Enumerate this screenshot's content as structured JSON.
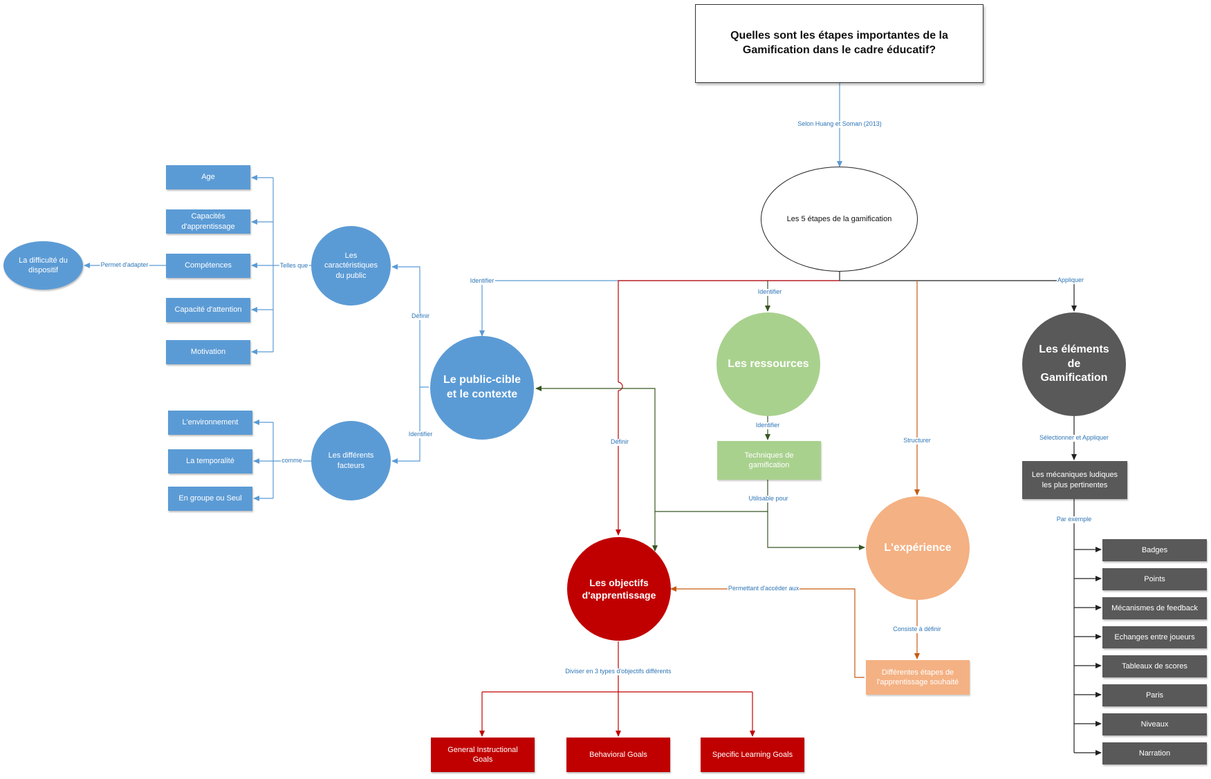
{
  "title": "Quelles sont les étapes importantes de la Gamification dans le cadre éducatif?",
  "center": "Les 5 étapes de la gamification",
  "edge_labels": {
    "selon": "Selon Huang et Soman (2013)",
    "identifier_left": "Identifier",
    "identifier_mid": "Identifier",
    "appliquer": "Appliquer",
    "definir_red": "Définir",
    "structurer": "Structurer",
    "definir_blue": "Définir",
    "identifier_blue": "Identifier",
    "telles_que": "Telles que",
    "permet": "Permet d'adapter",
    "comme": "comme",
    "identifier_green": "Identifier",
    "utilisable": "Utilisable pour",
    "selectionner": "Sélectionner et Appliquer",
    "par_exemple": "Par exemple",
    "permettant": "Permettant d'accéder aux",
    "consiste": "Consiste à définir",
    "diviser": "Diviser en 3 types d'objectifs différents"
  },
  "public": {
    "main": "Le public-cible et le contexte",
    "caract": "Les caractéristiques du public",
    "facteurs": "Les différents facteurs",
    "difficulte": "La difficulté du dispositif",
    "caract_items": [
      "Age",
      "Capacités d'apprentissage",
      "Compétences",
      "Capacité d'attention",
      "Motivation"
    ],
    "facteur_items": [
      "L'environnement",
      "La temporalité",
      "En groupe ou Seul"
    ]
  },
  "ressources": {
    "main": "Les ressources",
    "techniques": "Techniques de gamification"
  },
  "elements": {
    "main": "Les éléments de Gamification",
    "mecaniques": "Les mécaniques ludiques les plus pertinentes",
    "items": [
      "Badges",
      "Points",
      "Mécanismes de feedback",
      "Echanges entre joueurs",
      "Tableaux de scores",
      "Paris",
      "Niveaux",
      "Narration"
    ]
  },
  "objectifs": {
    "main": "Les objectifs d'apprentissage",
    "goals": [
      "General Instructional Goals",
      "Behavioral Goals",
      "Specific Learning Goals"
    ]
  },
  "experience": {
    "main": "L'expérience",
    "etapes": "Différentes étapes de l'apprentissage souhaité"
  },
  "colors": {
    "blue": "#5b9bd5",
    "green": "#a9d18e",
    "gray": "#595959",
    "red": "#c00000",
    "orange": "#f4b183",
    "line_blue": "#5b9bd5",
    "line_green": "#375623",
    "line_orange": "#c55a11",
    "line_red": "#c00000"
  }
}
